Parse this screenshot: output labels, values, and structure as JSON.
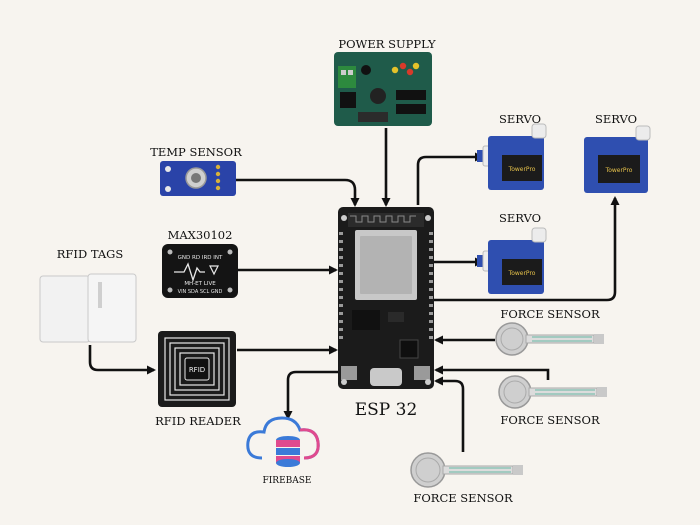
{
  "labels": {
    "power_supply": "POWER SUPPLY",
    "temp_sensor": "TEMP SENSOR",
    "max30102": "MAX30102",
    "rfid_tags": "RFID TAGS",
    "rfid_reader": "RFID READER",
    "esp32": "ESP 32",
    "servo_1": "SERVO",
    "servo_2": "SERVO",
    "servo_3": "SERVO",
    "force_sensor_1": "FORCE SENSOR",
    "force_sensor_2": "FORCE SENSOR",
    "force_sensor_3": "FORCE SENSOR",
    "firebase": "FIREBASE"
  },
  "board_text": {
    "rfid_chip": "RFID",
    "max_pins_top": "GND RD IRD INT",
    "max_model": "MH-ET LIVE",
    "max_pins_bottom": "VIN SDA SCL GND",
    "servo_brand": "TowerPro"
  },
  "colors": {
    "servo_blue": "#2f4fb0",
    "pcb_green": "#1f5b4a",
    "esp_black": "#1b1b1b",
    "module_blue": "#2a43a8",
    "cloud_blue": "#3b7ad8",
    "cloud_pink": "#e04a8e"
  }
}
